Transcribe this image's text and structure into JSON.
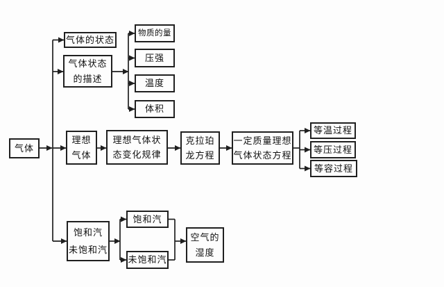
{
  "page": {
    "background_color": "#fdfdfd",
    "line_color": "#1f1f1f",
    "text_color": "#111111"
  },
  "diagram": {
    "type": "concept-flowchart",
    "topic": "气体",
    "root": {
      "label": "气体"
    },
    "nodes": {
      "gas_state": {
        "label": "气体的状态"
      },
      "state_description": {
        "label": "气体状态\n的描述"
      },
      "amount_of_substance": {
        "label": "物质的量"
      },
      "pressure": {
        "label": "压强"
      },
      "temperature": {
        "label": "温度"
      },
      "volume": {
        "label": "体积"
      },
      "ideal_gas": {
        "label": "理想\n气体"
      },
      "state_change_law": {
        "label": "理想气体状\n态变化规律"
      },
      "clapeyron_equation": {
        "label": "克拉珀\n龙方程"
      },
      "fixed_mass_equation": {
        "label": "一定质量理想\n气体状态方程"
      },
      "isothermal_process": {
        "label": "等温过程"
      },
      "isobaric_process": {
        "label": "等压过程"
      },
      "isochoric_process": {
        "label": "等容过程"
      },
      "saturated_group": {
        "label": "饱和汽\n未饱和汽"
      },
      "saturated_vapor": {
        "label": "饱和汽"
      },
      "unsaturated_vapor": {
        "label": "未饱和汽"
      },
      "air_humidity": {
        "label": "空气的\n湿度"
      }
    },
    "edges": [
      {
        "from": "气体",
        "to": "气体的状态"
      },
      {
        "from": "气体",
        "to": "气体状态的描述"
      },
      {
        "from": "气体状态的描述",
        "to": "物质的量"
      },
      {
        "from": "气体状态的描述",
        "to": "压强"
      },
      {
        "from": "气体状态的描述",
        "to": "温度"
      },
      {
        "from": "气体状态的描述",
        "to": "体积"
      },
      {
        "from": "气体",
        "to": "理想气体"
      },
      {
        "from": "理想气体",
        "to": "理想气体状态变化规律"
      },
      {
        "from": "理想气体状态变化规律",
        "to": "克拉珀龙方程"
      },
      {
        "from": "克拉珀龙方程",
        "to": "一定质量理想气体状态方程"
      },
      {
        "from": "一定质量理想气体状态方程",
        "to": "等温过程"
      },
      {
        "from": "一定质量理想气体状态方程",
        "to": "等压过程"
      },
      {
        "from": "一定质量理想气体状态方程",
        "to": "等容过程"
      },
      {
        "from": "气体",
        "to": "饱和汽未饱和汽"
      },
      {
        "from": "饱和汽未饱和汽",
        "to": "饱和汽"
      },
      {
        "from": "饱和汽未饱和汽",
        "to": "未饱和汽"
      },
      {
        "from": "饱和汽",
        "to": "空气的湿度"
      },
      {
        "from": "未饱和汽",
        "to": "空气的湿度"
      }
    ]
  }
}
